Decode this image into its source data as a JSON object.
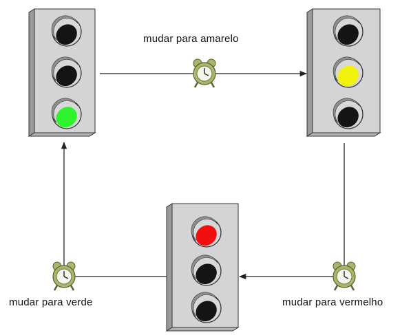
{
  "diagram": {
    "transitions": {
      "to_yellow": "mudar para amarelo",
      "to_red": "mudar para vermelho",
      "to_green": "mudar para verde"
    },
    "traffic_lights": [
      {
        "id": "green-state",
        "active": "bottom",
        "active_color": "#2ef22e"
      },
      {
        "id": "yellow-state",
        "active": "middle",
        "active_color": "#f2f20c"
      },
      {
        "id": "red-state",
        "active": "top",
        "active_color": "#f20f0f"
      }
    ],
    "colors": {
      "housing": "#d4d4d4",
      "housing_dark": "#9a9a9a",
      "lens_off": "#141414",
      "connector": "#222222",
      "clock_body": "#a8b76a"
    },
    "icons": [
      "alarm-clock-icon",
      "alarm-clock-icon",
      "alarm-clock-icon"
    ]
  }
}
